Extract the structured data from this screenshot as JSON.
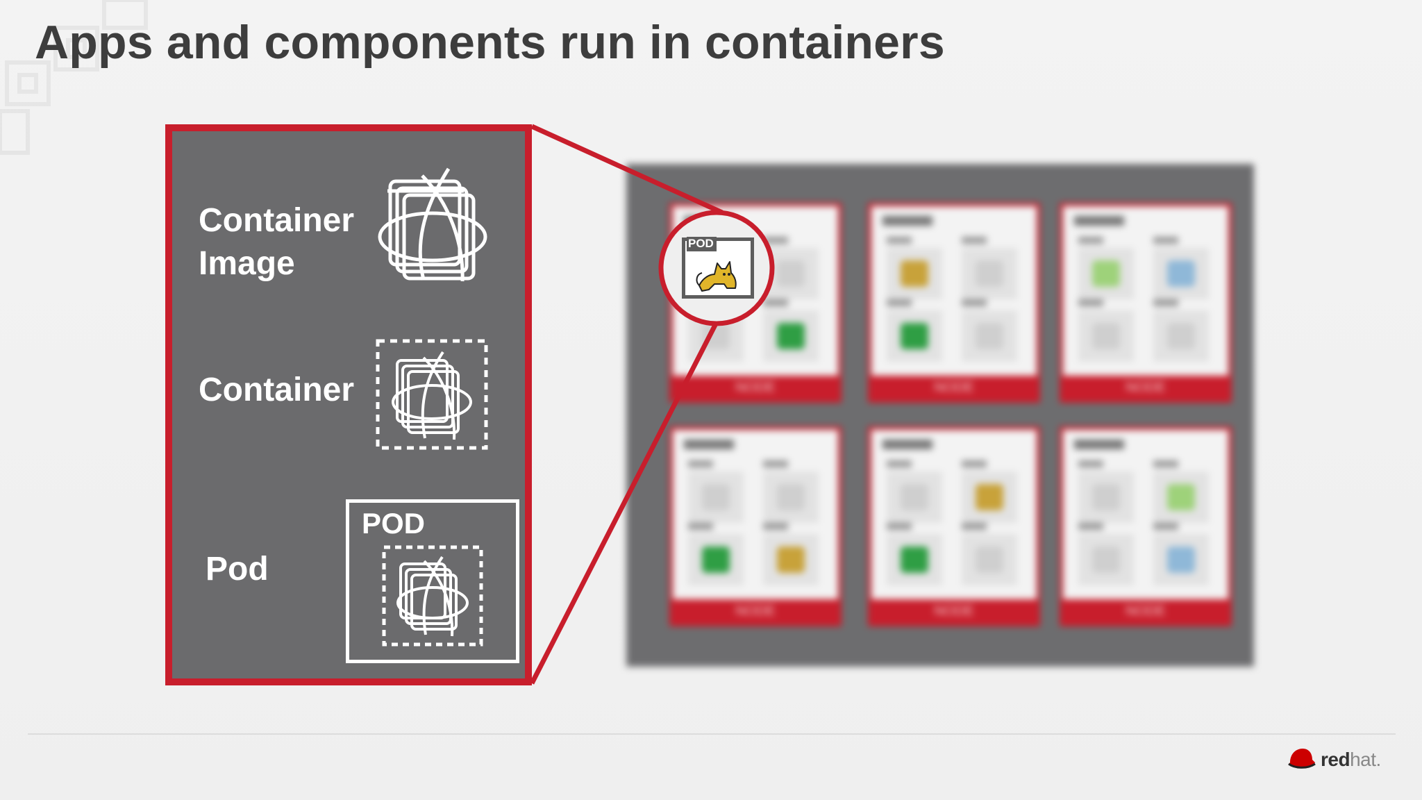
{
  "slide": {
    "title": "Apps and components run in containers"
  },
  "legend": {
    "items": [
      {
        "label_line1": "Container",
        "label_line2": "Image",
        "icon": "container-image-icon"
      },
      {
        "label": "Container",
        "icon": "container-icon"
      },
      {
        "label": "Pod",
        "icon": "pod-icon",
        "box_label": "POD"
      }
    ]
  },
  "zoom": {
    "pod_label": "POD",
    "icon": "tomcat-icon"
  },
  "cluster": {
    "node_label": "NODE"
  },
  "brand": {
    "logo_text_bold": "red",
    "logo_text_light": "hat",
    "logo_trademark": ".",
    "accent_color": "#c81e2c",
    "panel_color": "#6b6b6d"
  }
}
